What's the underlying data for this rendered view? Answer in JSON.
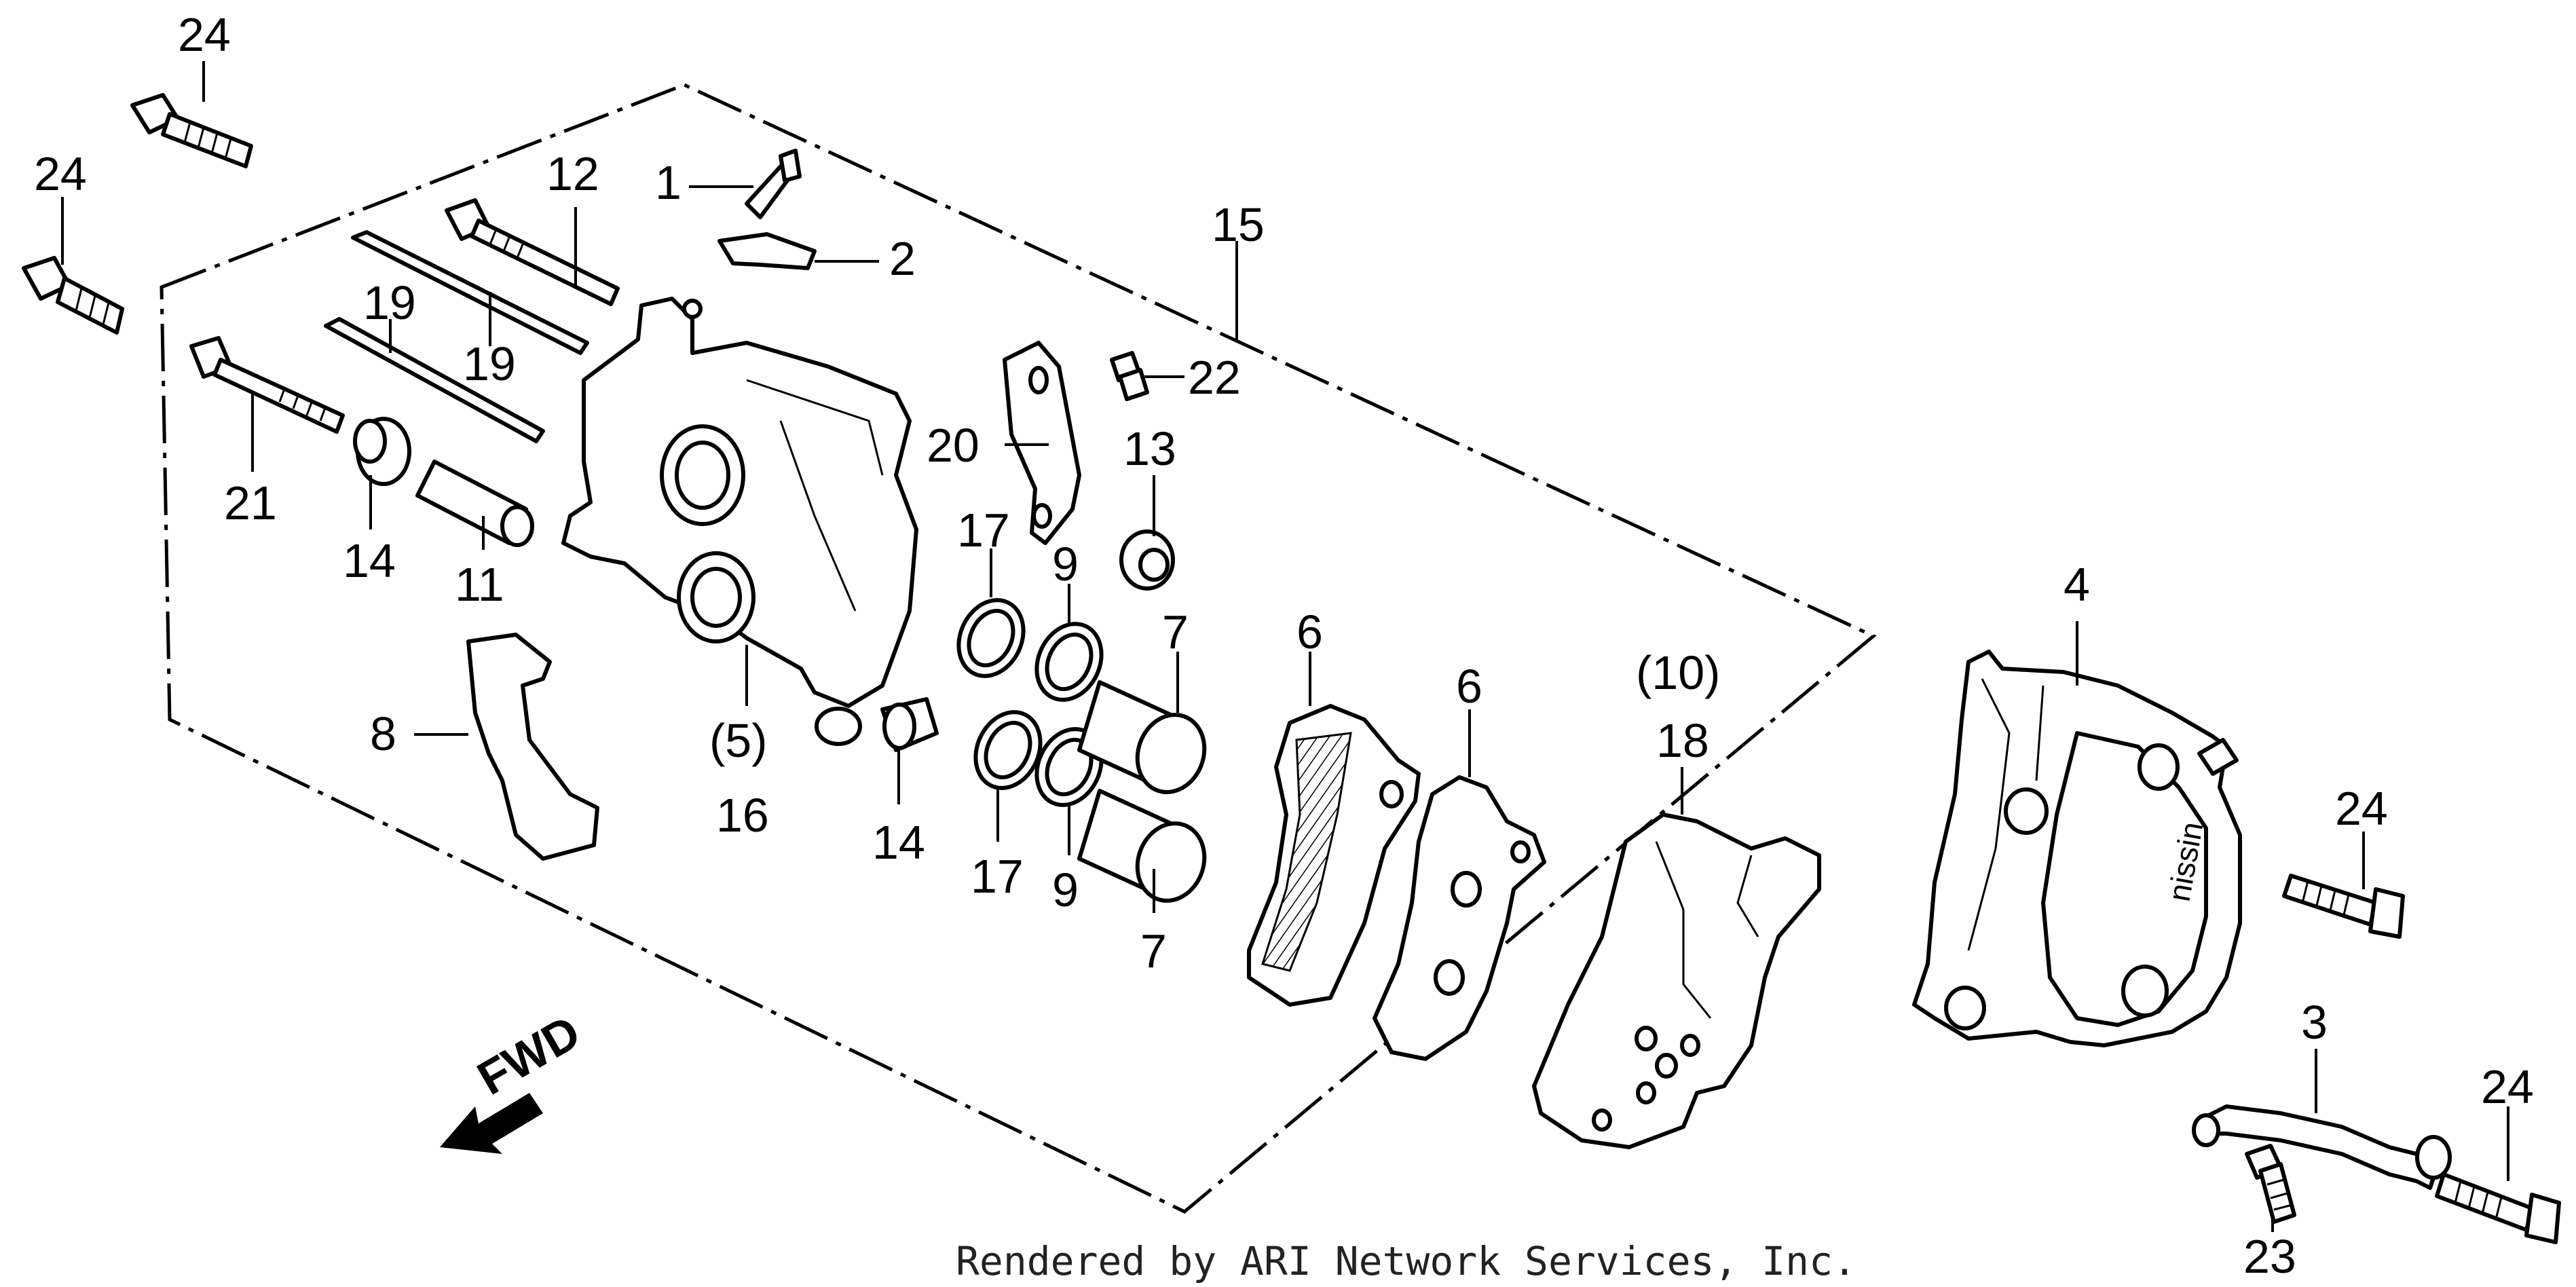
{
  "labels": {
    "l1": "1",
    "l2": "2",
    "l3": "3",
    "l4": "4",
    "l5": "(5)",
    "l6a": "6",
    "l6b": "6",
    "l7a": "7",
    "l7b": "7",
    "l8": "8",
    "l9a": "9",
    "l9b": "9",
    "l10": "(10)",
    "l11": "11",
    "l12": "12",
    "l13": "13",
    "l14a": "14",
    "l14b": "14",
    "l15": "15",
    "l16": "16",
    "l17a": "17",
    "l17b": "17",
    "l18": "18",
    "l19a": "19",
    "l19b": "19",
    "l20": "20",
    "l21": "21",
    "l22": "22",
    "l23": "23",
    "l24a": "24",
    "l24b": "24",
    "l24c": "24",
    "l24d": "24"
  },
  "fwd_label": "FWD",
  "credit": "Rendered by ARI Network Services, Inc."
}
